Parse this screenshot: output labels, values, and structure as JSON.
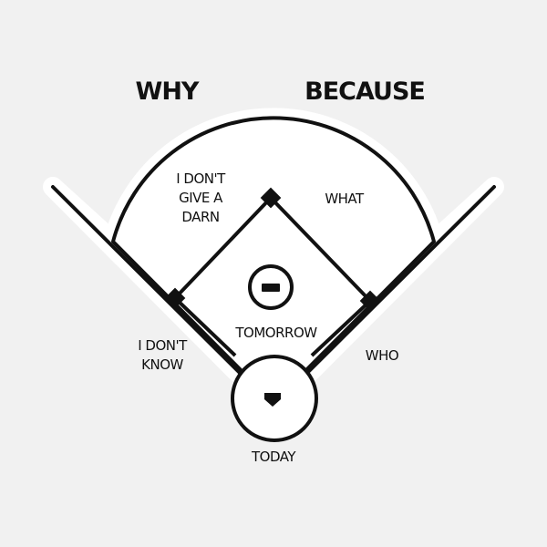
{
  "labels": {
    "why": "WHY",
    "because": "BECAUSE",
    "i_dont_give_a_darn": "I DON'T\nGIVE A\nDARN",
    "what": "WHAT",
    "tomorrow": "TOMORROW",
    "i_dont_know": "I DON'T\nKNOW",
    "who": "WHO",
    "today": "TODAY"
  },
  "colors": {
    "background": "#f1f1f1",
    "ink": "#111111",
    "field": "#ffffff"
  }
}
